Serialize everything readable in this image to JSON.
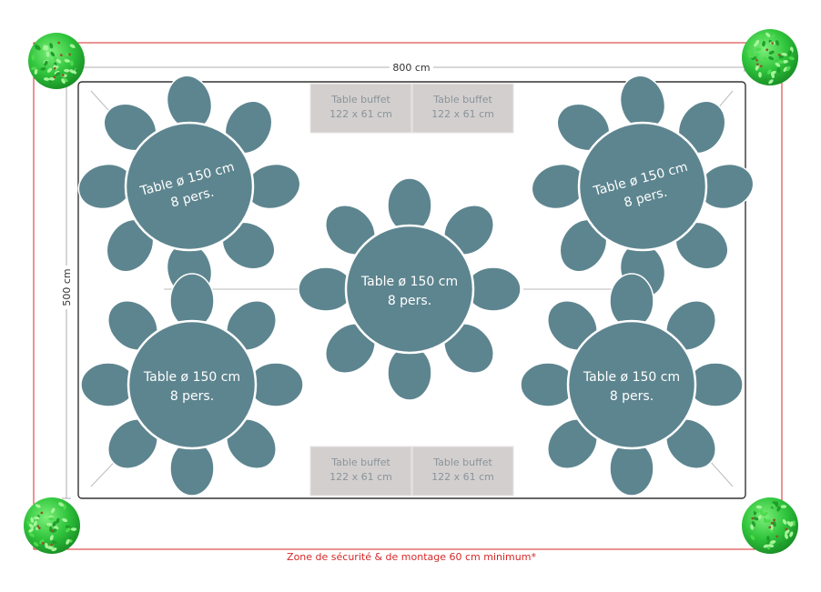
{
  "dimensions": {
    "width_label": "800 cm",
    "height_label": "500 cm"
  },
  "safety_zone_label": "Zone de sécurité & de montage 60 cm minimum*",
  "round_tables": [
    {
      "line1": "Table ø 150 cm",
      "line2": "8 pers."
    },
    {
      "line1": "Table ø 150 cm",
      "line2": "8 pers."
    },
    {
      "line1": "Table ø 150 cm",
      "line2": "8 pers."
    },
    {
      "line1": "Table ø 150 cm",
      "line2": "8 pers."
    },
    {
      "line1": "Table ø 150 cm",
      "line2": "8 pers."
    }
  ],
  "buffet_tables": [
    {
      "line1": "Table buffet",
      "line2": "122 x 61 cm"
    },
    {
      "line1": "Table buffet",
      "line2": "122 x 61 cm"
    },
    {
      "line1": "Table buffet",
      "line2": "122 x 61 cm"
    },
    {
      "line1": "Table buffet",
      "line2": "122 x 61 cm"
    }
  ],
  "corner_plants": [
    "plant-icon",
    "plant-icon",
    "plant-icon",
    "plant-icon"
  ],
  "colors": {
    "table": "#5d858f",
    "buffet_fill": "#d3cfcf",
    "buffet_text": "#8a9499",
    "safety_line": "#d62828",
    "tent_outline": "#333333",
    "plant_green": "#2fc43c"
  }
}
